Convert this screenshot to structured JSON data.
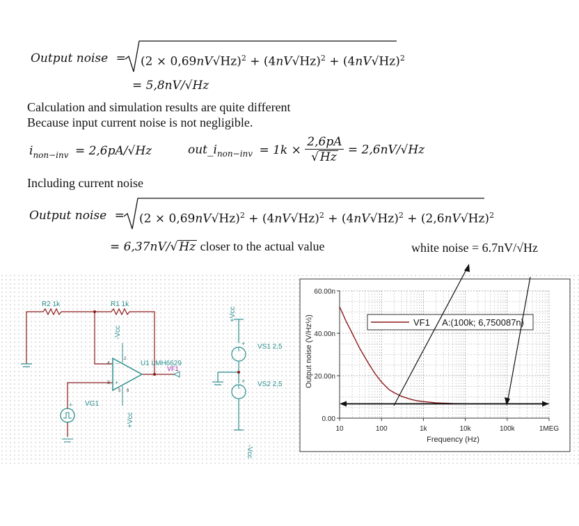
{
  "eq1": {
    "lhs": "Output noise",
    "eq": "=",
    "terms": [
      "(2 × 0,69",
      "nV",
      "√Hz)",
      "2",
      "+ (4",
      "nV",
      "√Hz)",
      "2",
      "+ (4",
      "nV",
      "√Hz)",
      "2"
    ],
    "result": "= 5,8nV/√Hz"
  },
  "text1": "Calculation and simulation results  are quite different",
  "text2": "Because input current noise is not negligible.",
  "eq2": {
    "i_lhs": "i",
    "i_sub": "non−inv",
    "i_rhs": "= 2,6pA/√Hz",
    "out_lhs": "out_i",
    "out_sub": "non−inv",
    "out_eq": "=  1k ×",
    "frac_num": "2,6pA",
    "frac_den": "Hz",
    "out_rhs": "= 2,6nV/√Hz"
  },
  "text3": "Including current noise",
  "eq3": {
    "lhs": "Output noise",
    "eq": "=",
    "t1": "(2 × 0,69",
    "t2": "√Hz)",
    "t3": "+ (4",
    "t4": "+ (2,6",
    "nv": "nV",
    "sq": "2",
    "result_a": "= 6,37",
    "result_b": "nV/",
    "result_c": "Hz",
    "result_note": " closer to the actual value"
  },
  "white_noise": "white noise = 6.7nV/√Hz",
  "schematic": {
    "r2": "R2 1k",
    "r1": "R1 1k",
    "u1": "U1 LMH6629",
    "vf1": "VF1",
    "neg_vcc_top": "-Vcc",
    "pos_vcc_bottom": "+Vcc",
    "vg1": "VG1",
    "pos_vcc": "+Vcc",
    "vs1": "VS1 2,5",
    "vs2": "VS2 2,5",
    "neg_vcc": "-Vcc",
    "pin4": "4",
    "pin3": "3",
    "pin2": "2",
    "pin5": "5",
    "pin6": "6",
    "plus": "+",
    "minus": "−"
  },
  "chart_data": {
    "type": "line",
    "ylabel": "Output noise (V/Hz½)",
    "xlabel": "Frequency (Hz)",
    "x_scale": "log",
    "xlim": [
      10,
      1000000
    ],
    "ylim": [
      0,
      60
    ],
    "x_ticks": [
      "10",
      "100",
      "1k",
      "10k",
      "100k",
      "1MEG"
    ],
    "y_ticks": [
      "0.00",
      "20.00n",
      "40.00n",
      "60.00n"
    ],
    "grid": true,
    "legend": "VF1     A:(100k; 6,750087n)",
    "series": [
      {
        "name": "VF1",
        "color": "#8b1a1a",
        "x": [
          10,
          14,
          20,
          30,
          50,
          70,
          100,
          150,
          200,
          300,
          500,
          700,
          1000,
          2000,
          5000,
          10000,
          100000,
          1000000
        ],
        "y": [
          52.5,
          46,
          40,
          33,
          25.5,
          21,
          17,
          13.5,
          12,
          10.3,
          8.9,
          8.2,
          7.8,
          7.2,
          6.9,
          6.8,
          6.75,
          6.75
        ]
      }
    ],
    "marker_line_y": 6.75
  }
}
